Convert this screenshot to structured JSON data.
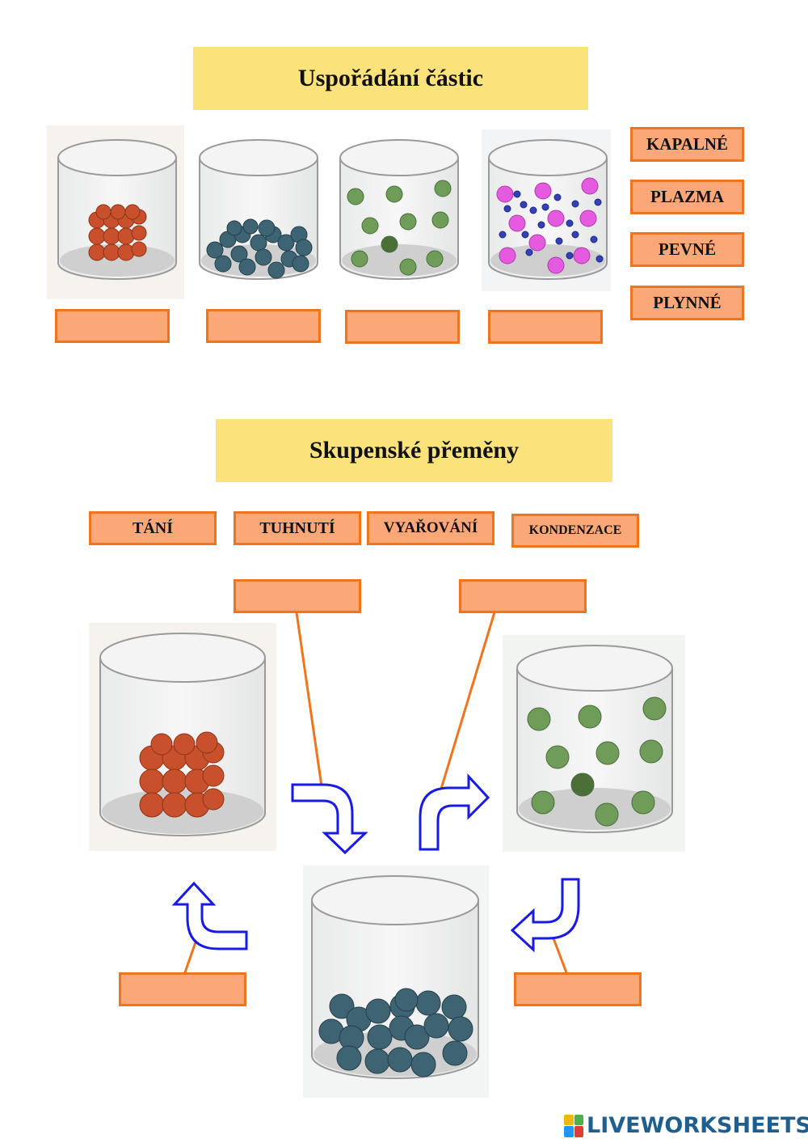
{
  "section1": {
    "title": "Uspořádání částic",
    "options": [
      "KAPALNÉ",
      "PLAZMA",
      "PEVNÉ",
      "PLYNNÉ"
    ]
  },
  "section2": {
    "title": "Skupenské přeměny",
    "options": [
      "TÁNÍ",
      "TUHNUTÍ",
      "VYAŘOVÁNÍ",
      "KONDENZACE"
    ]
  },
  "brand": {
    "text": "LIVEWORKSHEETS"
  },
  "colors": {
    "title_bg": "#fbe27a",
    "label_fill": "#fba777",
    "label_border": "#f0741c",
    "arrow": "#1a1ae6",
    "solid": "#c8502c",
    "liquid": "#3e6474",
    "gas": "#6f9c58",
    "plasma": "#e45be0",
    "electron": "#3340b8"
  }
}
